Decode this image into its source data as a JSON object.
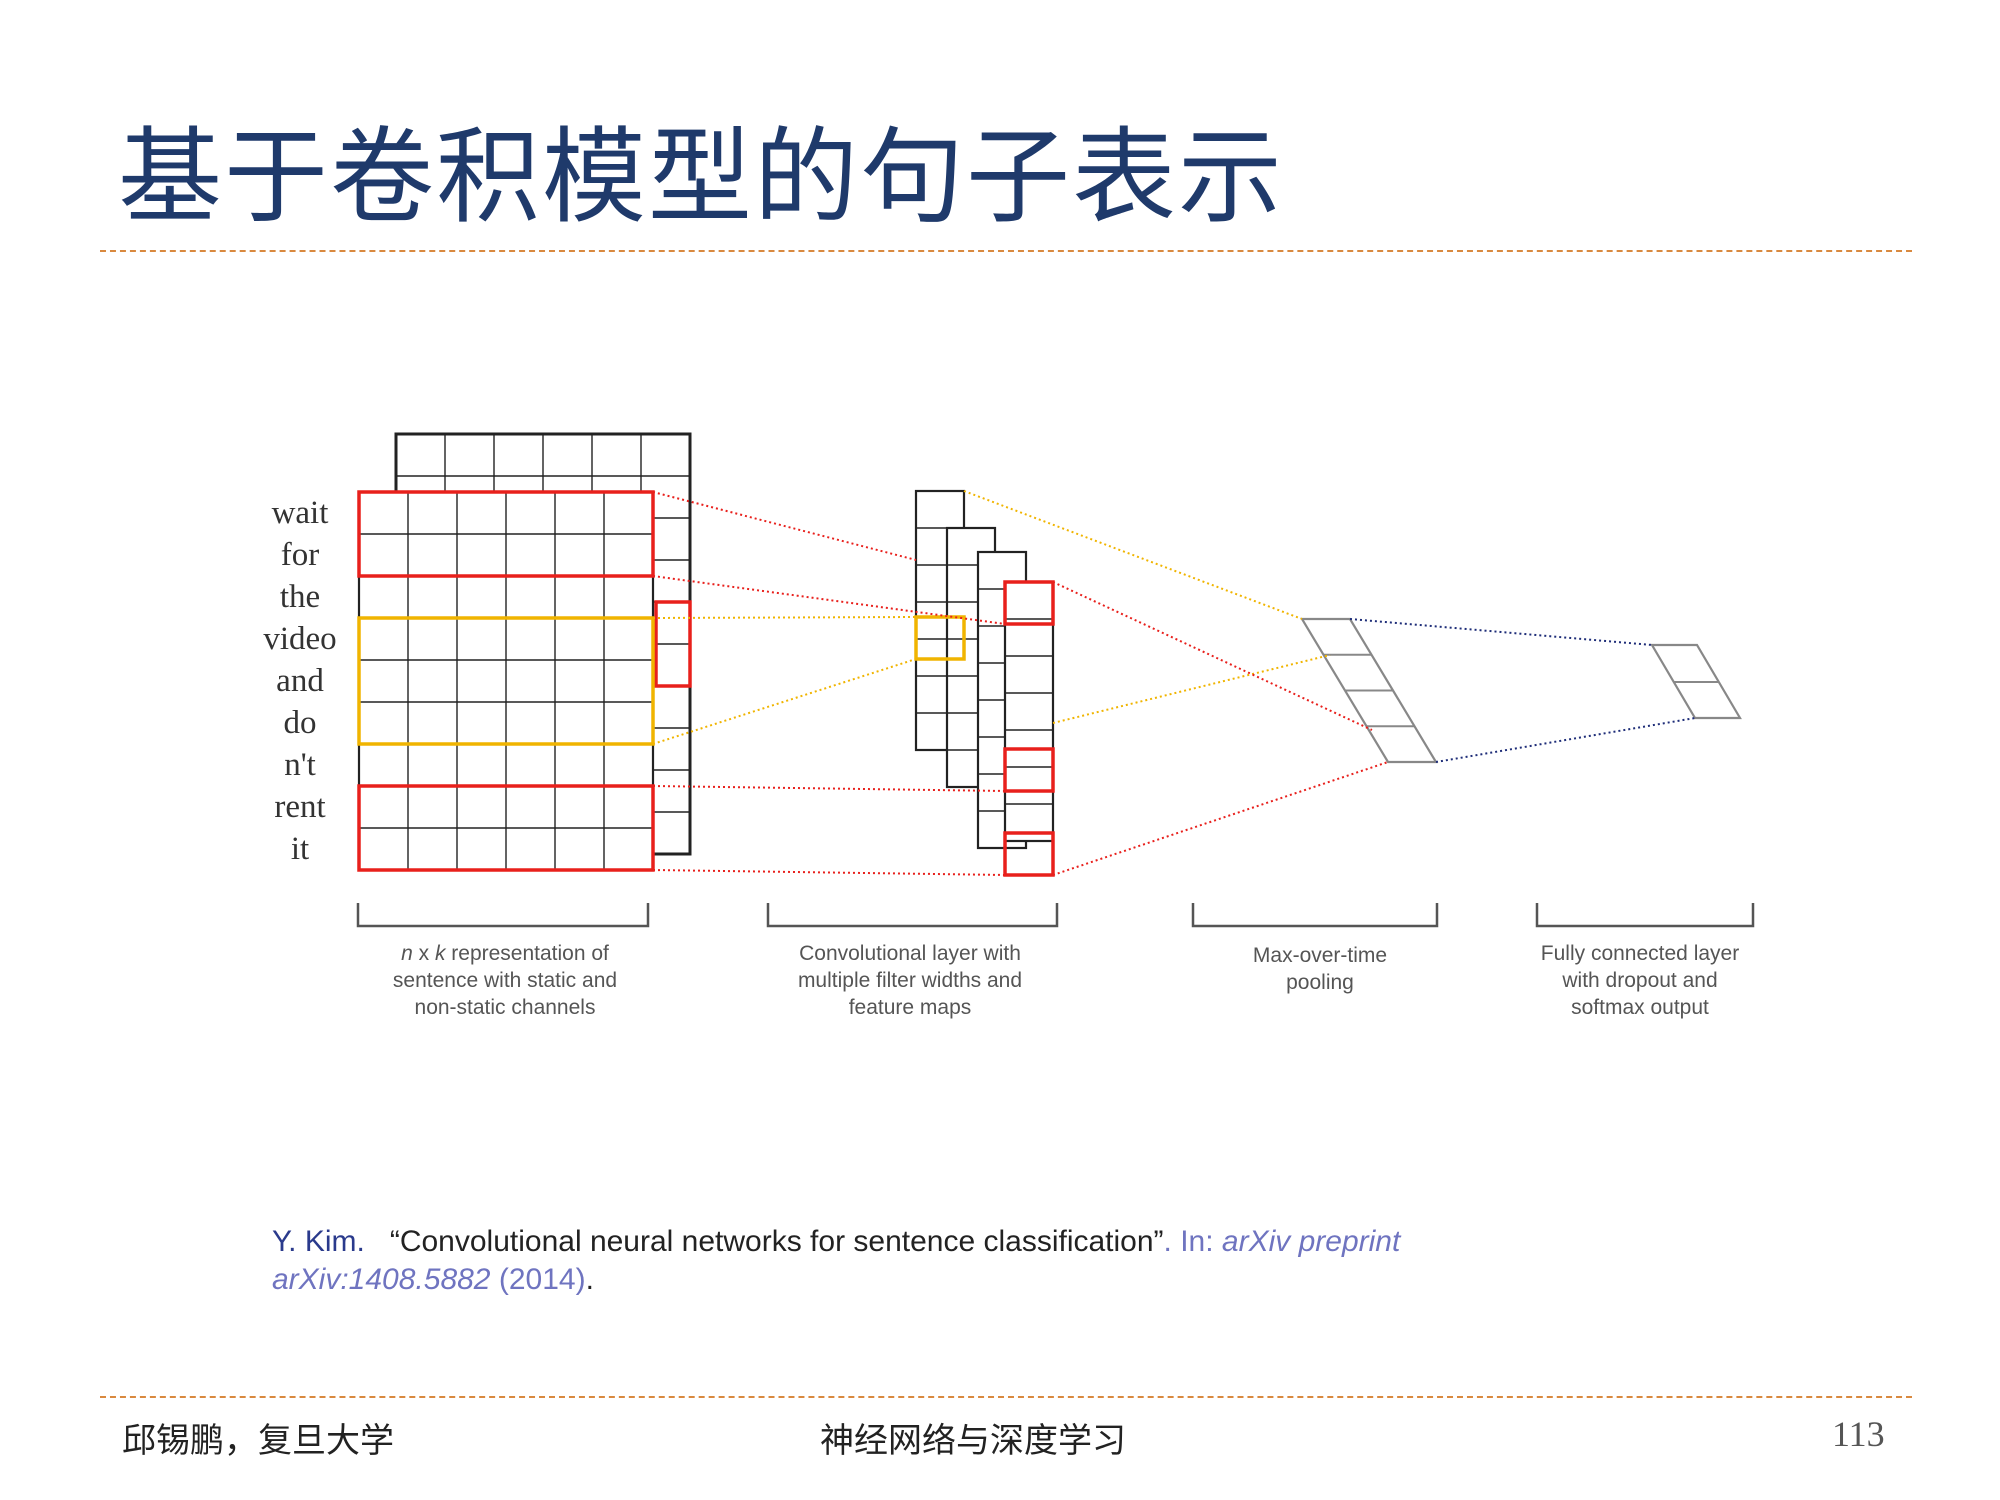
{
  "title": "基于卷积模型的句子表示",
  "diagram": {
    "words": [
      "wait",
      "for",
      "the",
      "video",
      "and",
      "do",
      "n't",
      "rent",
      "it"
    ],
    "captions": {
      "input": {
        "var_n": "n",
        "x": " x ",
        "var_k": "k",
        "rest": " representation of",
        "line2": "sentence with static and",
        "line3": "non-static channels"
      },
      "conv": {
        "line1": "Convolutional layer with",
        "line2": "multiple filter widths and",
        "line3": "feature maps"
      },
      "pool": {
        "line1": "Max-over-time",
        "line2": "pooling"
      },
      "fc": {
        "line1": "Fully connected layer",
        "line2": "with dropout and",
        "line3": "softmax output"
      }
    },
    "colors": {
      "red": "#e8201c",
      "yellow": "#f0b400",
      "navy": "#1e2d78",
      "grid": "#222222",
      "gray": "#888888"
    }
  },
  "citation": {
    "author": "Y. Kim.",
    "title": "“Convolutional neural networks for sentence classification”",
    "in": ". In: ",
    "venue_a": "arXiv preprint",
    "venue_b": "arXiv:1408.5882",
    "year": " (2014)",
    "end": "."
  },
  "footer": {
    "left": "邱锡鹏，复旦大学",
    "center": "神经网络与深度学习",
    "page": "113"
  }
}
